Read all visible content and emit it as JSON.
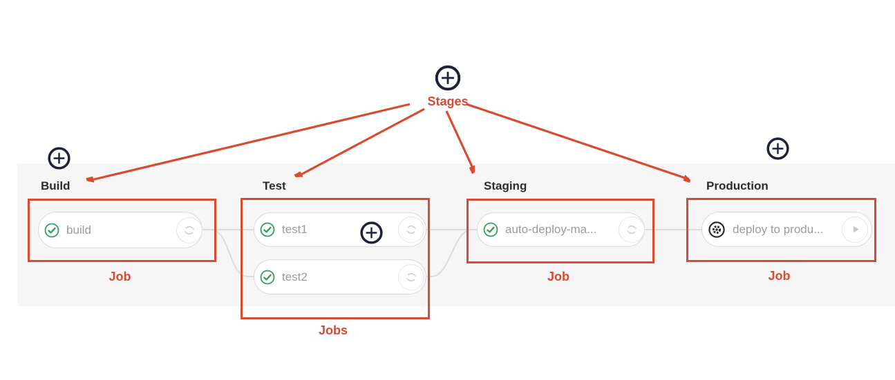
{
  "annotation": {
    "stages_label": "Stages",
    "colors": {
      "annotation_red": "#d84b30",
      "success_green": "#2da160",
      "manual_dark": "#2b2b2b",
      "band_background": "#f6f6f6",
      "connector_gray": "#dcdcdc",
      "job_text_gray": "#9b9b9b",
      "header_text": "#2d2d2d",
      "plus_icon_navy": "#1e2237"
    },
    "icons": [
      "plus-circle-icon",
      "success-check-icon",
      "retry-icon",
      "play-icon",
      "manual-gear-icon"
    ]
  },
  "stages": [
    {
      "name": "Build",
      "annotation_label": "Job",
      "jobs": [
        {
          "label": "build",
          "status": "success",
          "status_icon": "success-check-icon",
          "action_icon": "retry-icon"
        }
      ]
    },
    {
      "name": "Test",
      "annotation_label": "Jobs",
      "jobs": [
        {
          "label": "test1",
          "status": "success",
          "status_icon": "success-check-icon",
          "action_icon": "retry-icon"
        },
        {
          "label": "test2",
          "status": "success",
          "status_icon": "success-check-icon",
          "action_icon": "retry-icon"
        }
      ]
    },
    {
      "name": "Staging",
      "annotation_label": "Job",
      "jobs": [
        {
          "label": "auto-deploy-ma...",
          "status": "success",
          "status_icon": "success-check-icon",
          "action_icon": "retry-icon"
        }
      ]
    },
    {
      "name": "Production",
      "annotation_label": "Job",
      "jobs": [
        {
          "label": "deploy to produ...",
          "status": "manual",
          "status_icon": "manual-gear-icon",
          "action_icon": "play-icon"
        }
      ]
    }
  ]
}
